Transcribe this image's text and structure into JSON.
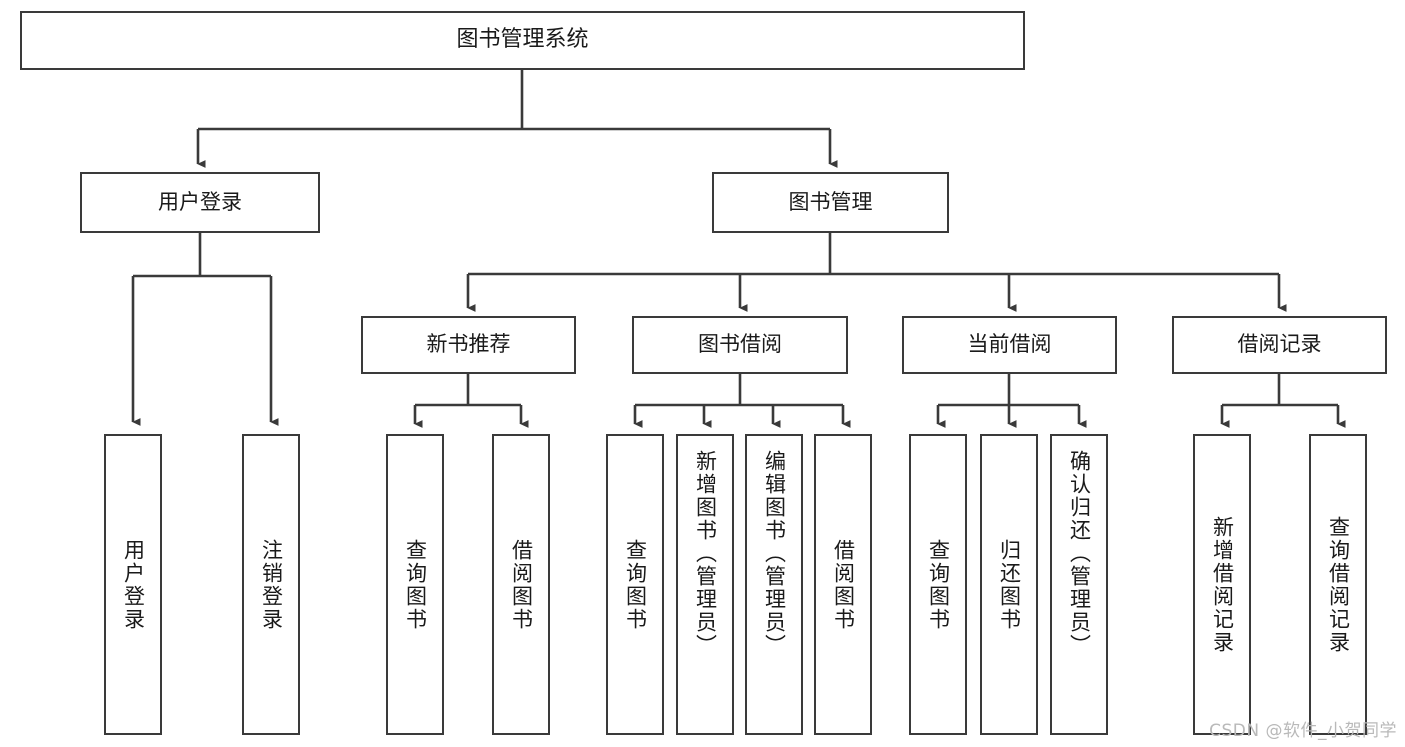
{
  "diagram": {
    "title": "图书管理系统",
    "type": "hierarchy-tree",
    "watermark": "CSDN @软件_小贺同学",
    "style": {
      "box_fill": "#ffffff",
      "box_stroke": "#3a3a3a",
      "connector_stroke": "#3a3a3a",
      "text_color": "#1a1a1a",
      "watermark_color": "#b9b9b9",
      "background": "#ffffff"
    },
    "nodes": {
      "root": {
        "label": "图书管理系统",
        "level": 0
      },
      "l1": [
        {
          "id": "user-login",
          "label": "用户登录",
          "level": 1
        },
        {
          "id": "book-manage",
          "label": "图书管理",
          "level": 1
        }
      ],
      "l2": [
        {
          "id": "new-book-rec",
          "label": "新书推荐",
          "level": 2,
          "parent": "book-manage"
        },
        {
          "id": "book-borrow",
          "label": "图书借阅",
          "level": 2,
          "parent": "book-manage"
        },
        {
          "id": "current-borrow",
          "label": "当前借阅",
          "level": 2,
          "parent": "book-manage"
        },
        {
          "id": "borrow-record",
          "label": "借阅记录",
          "level": 2,
          "parent": "book-manage"
        }
      ],
      "leaves": [
        {
          "id": "leaf-user-login",
          "label": "用户登录",
          "parent": "user-login"
        },
        {
          "id": "leaf-user-logout",
          "label": "注销登录",
          "parent": "user-login"
        },
        {
          "id": "leaf-query-book-1",
          "label": "查询图书",
          "parent": "new-book-rec"
        },
        {
          "id": "leaf-borrow-book-1",
          "label": "借阅图书",
          "parent": "new-book-rec"
        },
        {
          "id": "leaf-query-book-2",
          "label": "查询图书",
          "parent": "book-borrow"
        },
        {
          "id": "leaf-add-book",
          "label": "新增图书（管理员）",
          "parent": "book-borrow"
        },
        {
          "id": "leaf-edit-book",
          "label": "编辑图书（管理员）",
          "parent": "book-borrow"
        },
        {
          "id": "leaf-borrow-book-2",
          "label": "借阅图书",
          "parent": "book-borrow"
        },
        {
          "id": "leaf-query-book-3",
          "label": "查询图书",
          "parent": "current-borrow"
        },
        {
          "id": "leaf-return-book",
          "label": "归还图书",
          "parent": "current-borrow"
        },
        {
          "id": "leaf-confirm-return",
          "label": "确认归还（管理员）",
          "parent": "current-borrow"
        },
        {
          "id": "leaf-add-record",
          "label": "新增借阅记录",
          "parent": "borrow-record"
        },
        {
          "id": "leaf-query-record",
          "label": "查询借阅记录",
          "parent": "borrow-record"
        }
      ]
    }
  }
}
